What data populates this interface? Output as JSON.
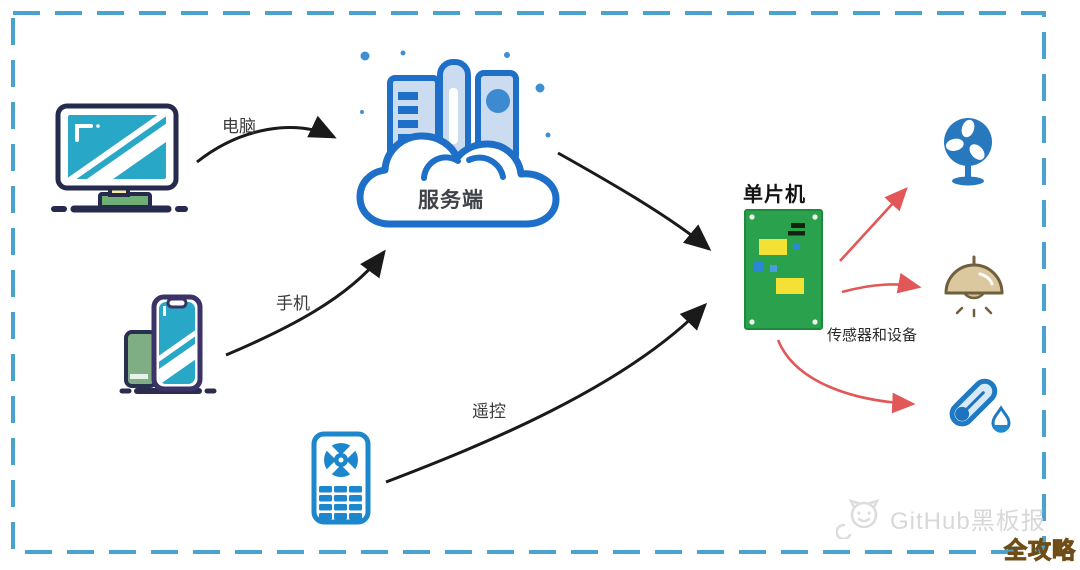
{
  "labels": {
    "computer": "电脑",
    "phone": "手机",
    "remote": "遥控",
    "server": "服务端",
    "mcu": "单片机",
    "devices": "传感器和设备"
  },
  "watermark": {
    "brand": "GitHub黑板报",
    "badge": "全攻略"
  },
  "colors": {
    "border_blue": "#4aa3cf",
    "screen_teal": "#28a7c6",
    "outline_navy": "#2b2f52",
    "server_blue": "#1e6fc8",
    "building_fill": "#ccdcf0",
    "board_green": "#2aa24d",
    "chip_yellow": "#f3e135",
    "chip_blue": "#2e86d8",
    "device_blue": "#2878be",
    "lamp_tan": "#dcc89e",
    "arrow_black": "#1a1a1a",
    "arrow_red": "#e25757",
    "watermark_gray": "#d8d8d8",
    "badge_gold": "#bf9c2c"
  }
}
